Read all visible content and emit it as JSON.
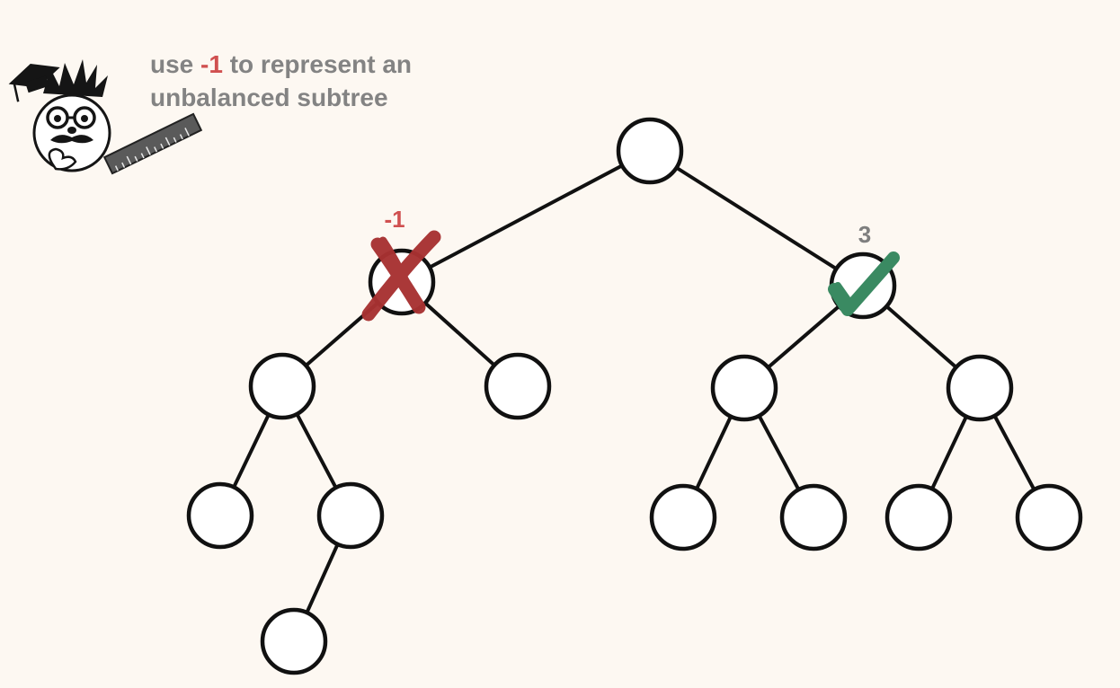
{
  "caption": {
    "prefix": "use ",
    "highlight": "-1",
    "line1_rest": " to represent an",
    "line2": "unbalanced subtree"
  },
  "colors": {
    "background": "#fdf8f2",
    "caption_text": "#838383",
    "highlight": "#d05050",
    "cross_mark": "#a83232",
    "check_mark": "#3a8a62",
    "label_unbalanced": "#d05050",
    "label_balanced": "#7e7e7e"
  },
  "annotations": {
    "left_subtree_label": "-1",
    "right_subtree_label": "3"
  },
  "icons": {
    "mascot": "professor-with-ruler-icon",
    "unbalanced": "cross-mark-icon",
    "balanced": "check-mark-icon"
  }
}
